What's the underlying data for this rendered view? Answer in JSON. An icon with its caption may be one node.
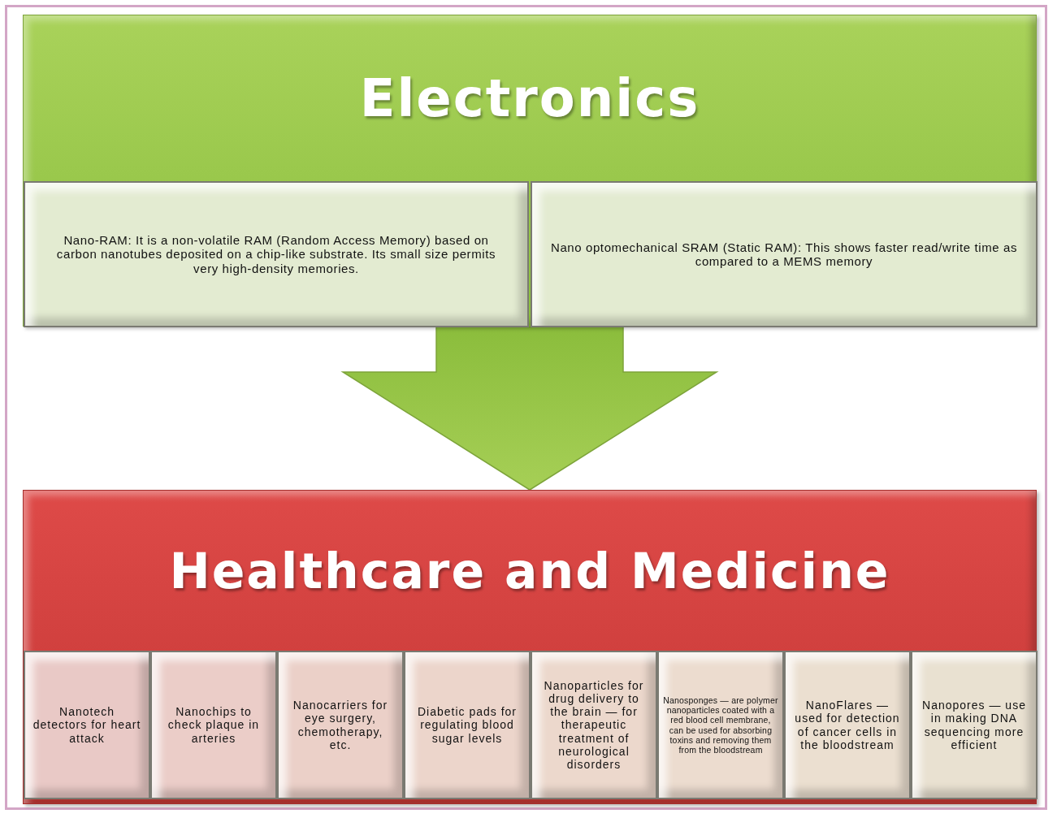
{
  "diagram": {
    "nodes": [
      {
        "text": [
          "Electronics"
        ]
      },
      {
        "text": [
          "Nano-RAM: It is a non-volatile RAM (Random Access Memory) based on carbon nanotubes deposited on a chip-like substrate. Its small size permits very high-density memories."
        ],
        "in": 0
      },
      {
        "text": [
          "Nano optomechanical SRAM (Static RAM): This shows faster read/write time as compared to a MEMS memory"
        ],
        "in": 0
      },
      {
        "text": [
          "Healthcare and Medicine"
        ]
      },
      {
        "text": [
          "Nanotech detectors for heart attack"
        ],
        "in": 3
      },
      {
        "text": [
          "Nanochips to check plaque in arteries"
        ],
        "in": 3
      },
      {
        "text": [
          "Nanocarriers for eye surgery, chemotherapy, etc."
        ],
        "in": 3
      },
      {
        "text": [
          "Diabetic pads for regulating blood sugar levels"
        ],
        "in": 3
      },
      {
        "text": [
          "Nanoparticles for drug delivery to the brain — for therapeutic treatment of neurological disorders"
        ],
        "in": 3
      },
      {
        "text": [
          "Nanosponges — are polymer nanoparticles coated with a red blood cell membrane, can be used for absorbing toxins and removing them from the bloodstream"
        ],
        "in": 3
      },
      {
        "text": [
          "NanoFlares — used for detection of cancer cells in the bloodstream"
        ],
        "in": 3
      },
      {
        "text": [
          "Nanopores — use in making DNA sequencing more efficient"
        ],
        "in": 3
      }
    ],
    "edges": [
      {
        "from": 0,
        "to": 3,
        "arrow": "to"
      }
    ]
  }
}
